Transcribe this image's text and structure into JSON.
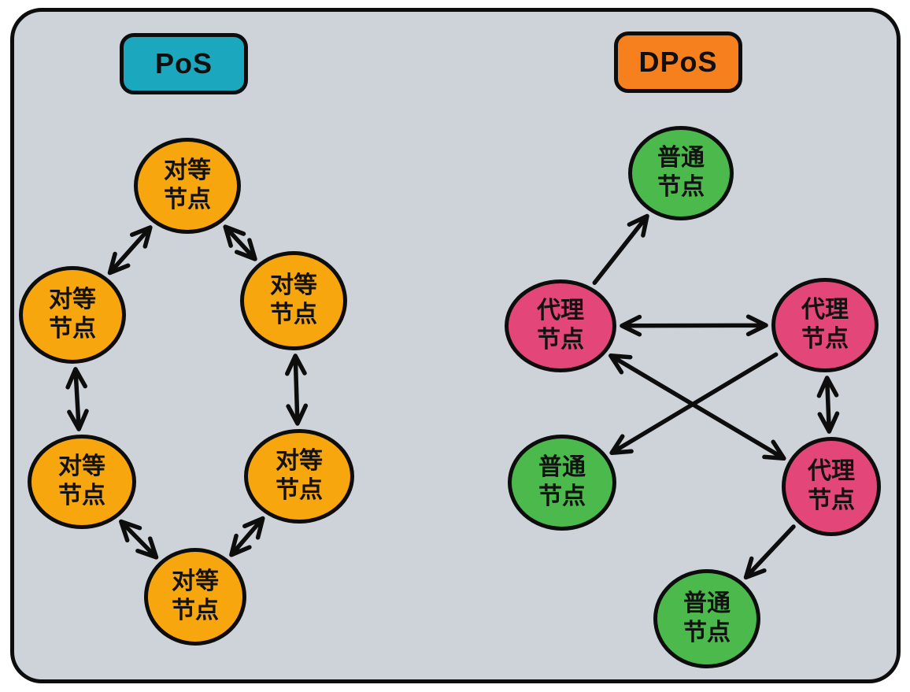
{
  "diagram": {
    "pos_label": "PoS",
    "dpos_label": "DPoS"
  },
  "node_types": {
    "peer": "对等节点",
    "delegate": "代理节点",
    "ordinary": "普通节点"
  },
  "nodes": {
    "p1": {
      "label": "对等\n节点",
      "type": "peer"
    },
    "p2": {
      "label": "对等\n节点",
      "type": "peer"
    },
    "p3": {
      "label": "对等\n节点",
      "type": "peer"
    },
    "p4": {
      "label": "对等\n节点",
      "type": "peer"
    },
    "p5": {
      "label": "对等\n节点",
      "type": "peer"
    },
    "p6": {
      "label": "对等\n节点",
      "type": "peer"
    },
    "g1": {
      "label": "普通\n节点",
      "type": "ordinary"
    },
    "d1": {
      "label": "代理\n节点",
      "type": "delegate"
    },
    "d2": {
      "label": "代理\n节点",
      "type": "delegate"
    },
    "g2": {
      "label": "普通\n节点",
      "type": "ordinary"
    },
    "d3": {
      "label": "代理\n节点",
      "type": "delegate"
    },
    "g3": {
      "label": "普通\n节点",
      "type": "delegate"
    }
  },
  "edges": [
    {
      "from": "p1",
      "to": "p2",
      "bidirectional": true
    },
    {
      "from": "p1",
      "to": "p3",
      "bidirectional": true
    },
    {
      "from": "p2",
      "to": "p4",
      "bidirectional": true
    },
    {
      "from": "p3",
      "to": "p5",
      "bidirectional": true
    },
    {
      "from": "p4",
      "to": "p6",
      "bidirectional": true
    },
    {
      "from": "p5",
      "to": "p6",
      "bidirectional": true
    },
    {
      "from": "d1",
      "to": "g1",
      "bidirectional": false
    },
    {
      "from": "d2",
      "to": "d1",
      "bidirectional": true
    },
    {
      "from": "d2",
      "to": "d3",
      "bidirectional": true
    },
    {
      "from": "d1",
      "to": "d3",
      "bidirectional": true
    },
    {
      "from": "d2",
      "to": "g2",
      "bidirectional": false
    },
    {
      "from": "d3",
      "to": "g3",
      "bidirectional": false
    }
  ],
  "colors": {
    "page_bg": "#FFFFFF",
    "canvas_bg": "#CED3DA",
    "stroke": "#0D0D0D",
    "pos_badge": "#1BA7BD",
    "dpos_badge": "#F5801D",
    "peer_node": "#F7A60E",
    "delegate_node": "#E3477A",
    "ordinary_node": "#4CB94C"
  }
}
